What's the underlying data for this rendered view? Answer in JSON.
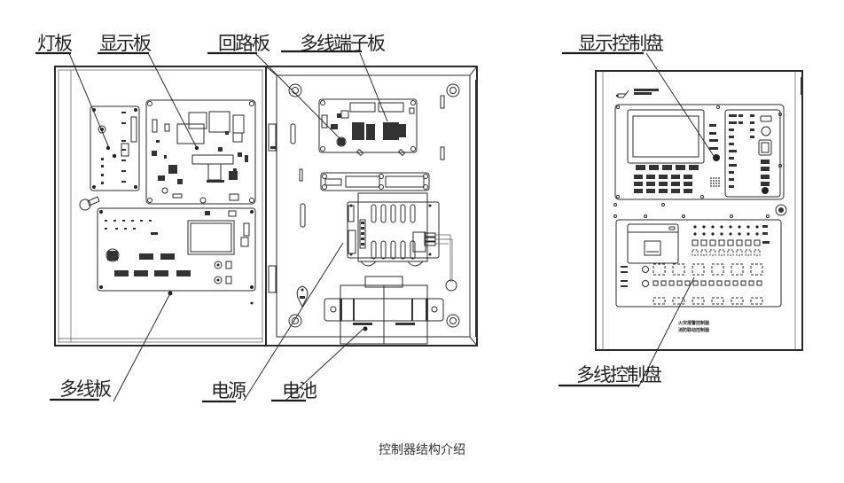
{
  "figure": {
    "caption": "控制器结构介绍",
    "labels": {
      "lamp_board": "灯板",
      "display_board": "显示板",
      "loop_board": "回路板",
      "multiline_terminal_board": "多线端子板",
      "display_control_panel": "显示控制盘",
      "multiline_board": "多线板",
      "power_supply": "电源",
      "battery": "电池",
      "multiline_control_panel": "多线控制盘"
    },
    "panel_text": {
      "line1": "火灾报警控制器",
      "line2": "消防联动控制器"
    },
    "colors": {
      "line": "#2a2a2a",
      "label": "#222222",
      "background": "#ffffff"
    }
  }
}
